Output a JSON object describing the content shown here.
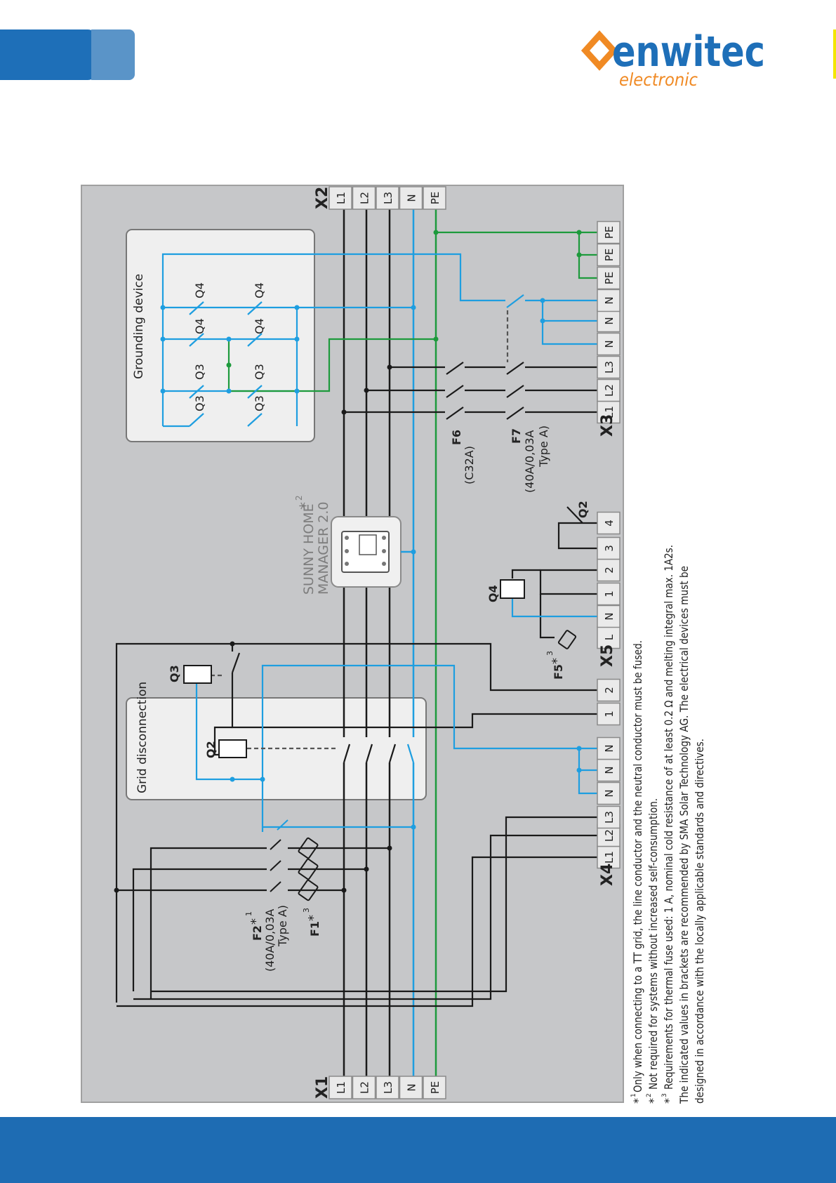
{
  "brand": {
    "name": "enwitec",
    "tagline": "electronic",
    "accent_color": "#f08a24",
    "brand_color": "#1e6fb8"
  },
  "colors": {
    "line": "#1a1a1a",
    "neutral": "#1e9ee0",
    "earth": "#1d9a3c",
    "panel": "#c6c7c9",
    "box": "#efefef",
    "terminal": "#eaeaea"
  },
  "diagram": {
    "terminal_blocks": {
      "x1": {
        "name": "X1",
        "terminals": [
          "L1",
          "L2",
          "L3",
          "N",
          "PE"
        ]
      },
      "x2": {
        "name": "X2",
        "terminals": [
          "L1",
          "L2",
          "L3",
          "N",
          "PE"
        ]
      },
      "x3": {
        "name": "X3",
        "terminals": [
          "L1",
          "L2",
          "L3",
          "N",
          "N",
          "N",
          "PE",
          "PE",
          "PE"
        ]
      },
      "x4": {
        "name": "X4",
        "terminals": [
          "L1",
          "L2",
          "L3",
          "N",
          "N",
          "N",
          "1",
          "2"
        ]
      },
      "x5": {
        "name": "X5",
        "terminals": [
          "L",
          "N",
          "1",
          "2",
          "3",
          "4"
        ]
      }
    },
    "boxes": {
      "grounding": "Grounding device",
      "grid": "Grid disconnection"
    },
    "meter": {
      "line1": "SUNNY HOME",
      "line2": "MANAGER 2.0",
      "note": "*",
      "note_sup": "2"
    },
    "labels": {
      "q3": "Q3",
      "q4": "Q4",
      "q2": "Q2",
      "f1": "F1",
      "f1_note": "*",
      "f1_sup": "3",
      "f2": "F2",
      "f2_note": "*",
      "f2_sup": "1",
      "f2_line1": "(40A/0,03A",
      "f2_line2": "Type A)",
      "f5": "F5",
      "f5_note": "*",
      "f5_sup": "3",
      "f6": "F6",
      "f6_rating": "(C32A)",
      "f7": "F7",
      "f7_line1": "(40A/0,03A",
      "f7_line2": "Type A)"
    },
    "notes": {
      "n1_mark": "*",
      "n1_sup": "1",
      "n1": "Only when connecting to a TT grid, the line conductor and the neutral conductor must be fused.",
      "n2_mark": "*",
      "n2_sup": "2",
      "n2": "Not required for systems without increased self-consumption.",
      "n3_mark": "*",
      "n3_sup": "3",
      "n3": "Requirements for thermal fuse used: 1 A, nominal cold resistance of at least 0.2 Ω and melting integral max. 1A2s.",
      "n4": "The indicated values in brackets are recommended by SMA Solar Technology AG. The electrical devices must be",
      "n5": "designed in accordance with the locally applicable standards and directives."
    }
  }
}
